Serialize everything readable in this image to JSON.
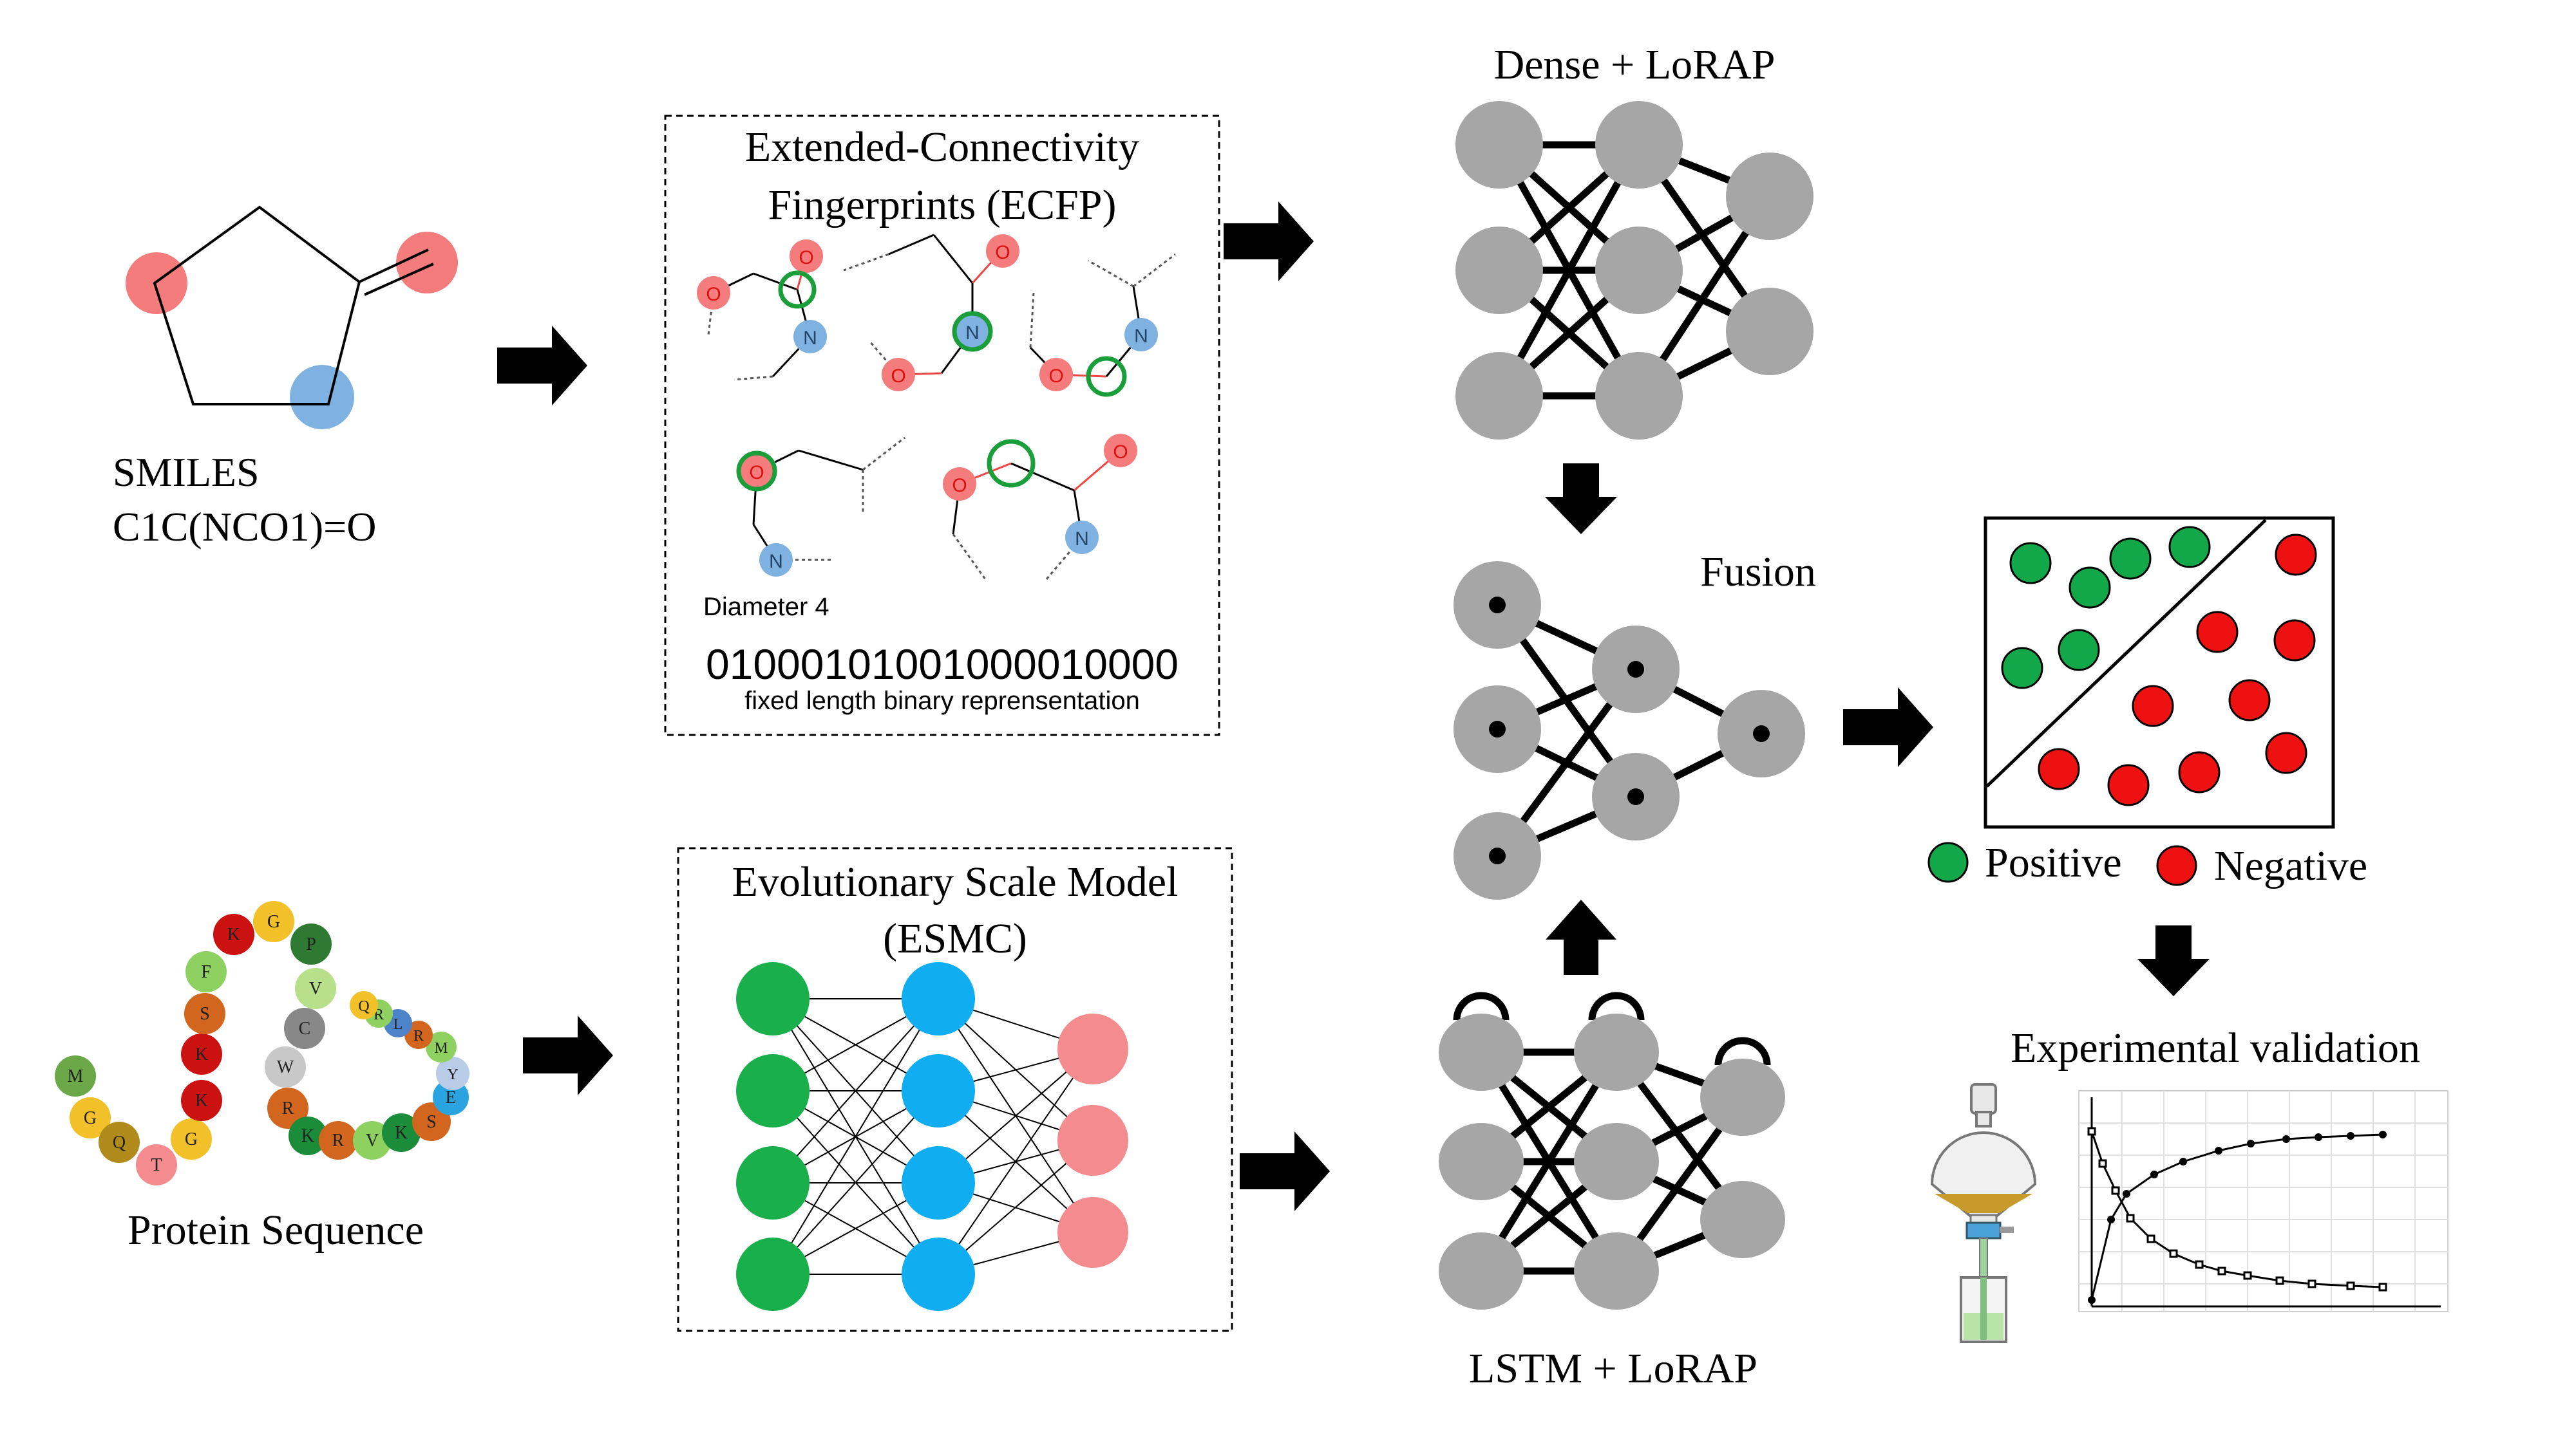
{
  "smiles": {
    "label": "SMILES",
    "string": "C1C(NCO1)=O"
  },
  "ecfp": {
    "title_line1": "Extended-Connectivity",
    "title_line2": "Fingerprints (ECFP)",
    "atoms": {
      "oxygen": "O",
      "nitrogen": "N"
    },
    "diameter": "Diameter 4",
    "bits": "01000101001000010000",
    "bits_caption": "fixed length binary reprensentation"
  },
  "protein": {
    "label": "Protein Sequence",
    "residues": [
      "M",
      "G",
      "Q",
      "T",
      "G",
      "K",
      "K",
      "S",
      "F",
      "K",
      "G",
      "P",
      "V",
      "C",
      "W",
      "R",
      "K",
      "R",
      "V",
      "K",
      "S",
      "E",
      "Y",
      "M",
      "R",
      "L",
      "R",
      "Q"
    ]
  },
  "esmc": {
    "title_line1": "Evolutionary Scale Model",
    "title_line2": "(ESMC)"
  },
  "dense": {
    "label": "Dense + LoRAP"
  },
  "lstm": {
    "label": "LSTM + LoRAP"
  },
  "fusion": {
    "label": "Fusion"
  },
  "classification": {
    "positive_label": "Positive",
    "negative_label": "Negative"
  },
  "validation": {
    "label": "Experimental validation"
  },
  "colors": {
    "red_atom": "#f47c7c",
    "blue_atom": "#7fb2e0",
    "green_node": "#19b04b",
    "cyan_node": "#10aef0",
    "pink_node": "#f48b8e",
    "gray_node": "#a6a6a6",
    "positive": "#12a84a",
    "negative": "#ee1111",
    "ring_green": "#1a9e3a"
  }
}
